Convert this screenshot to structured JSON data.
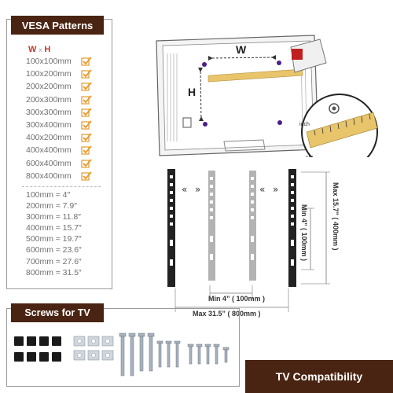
{
  "vesa": {
    "title": "VESA Patterns",
    "w_letter": "W",
    "times": "x",
    "h_letter": "H",
    "patterns": [
      "100x100mm",
      "100x200mm",
      "200x200mm",
      "200x300mm",
      "300x300mm",
      "300x400mm",
      "400x200mm",
      "400x400mm",
      "600x400mm",
      "800x400mm"
    ]
  },
  "conversions": [
    "100mm ≈ 4″",
    "200mm ≈ 7.9″",
    "300mm ≈ 11.8″",
    "400mm ≈ 15.7″",
    "500mm ≈ 19.7″",
    "600mm ≈ 23.6″",
    "700mm ≈ 27.6″",
    "800mm ≈ 31.5″"
  ],
  "diagram": {
    "w_label": "W",
    "h_label": "H",
    "inch_label": "inch",
    "cm_label": "cm"
  },
  "dimensions": {
    "min_width": "Min  4”  ( 100mm )",
    "max_width": "Max  31.5”  ( 800mm )",
    "min_height": "Min  4”  ( 100mm )",
    "max_height": "Max  15.7”  ( 400mm )"
  },
  "screws": {
    "title": "Screws for TV"
  },
  "footer": {
    "title": "TV  Compatibility"
  },
  "colors": {
    "brown": "#4a2412",
    "check": "#e59a2b",
    "tape": "#e8c46a"
  }
}
